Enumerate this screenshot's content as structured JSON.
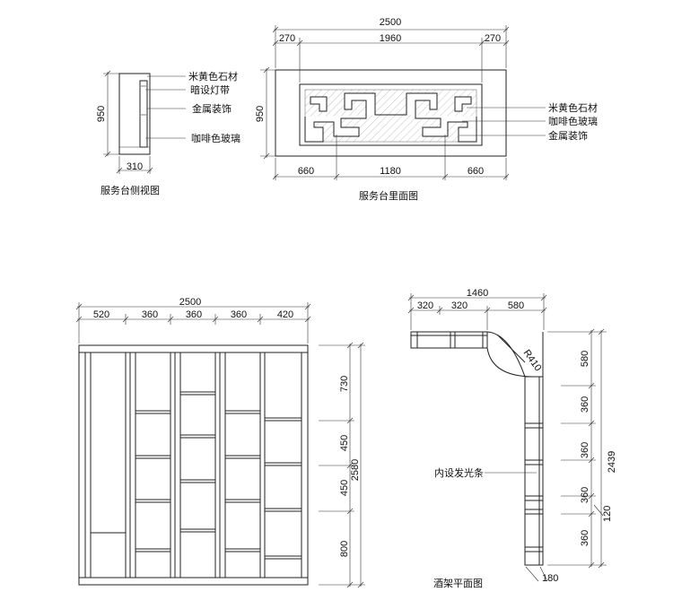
{
  "drawings": {
    "side_view": {
      "title": "服务台侧视图",
      "dims": {
        "height": "950",
        "depth": "310"
      },
      "labels": [
        "米黄色石材",
        "暗设灯带",
        "金属装饰",
        "咖啡色玻璃"
      ]
    },
    "front_view": {
      "title": "服务台里面图",
      "dims_top": {
        "total": "2500",
        "left": "270",
        "middle": "1960",
        "right": "270"
      },
      "dims_bottom": {
        "left": "660",
        "middle": "1180",
        "right": "660"
      },
      "dim_height": "950",
      "labels": [
        "米黄色石材",
        "咖啡色玻璃",
        "金属装饰"
      ]
    },
    "shelf_elevation": {
      "dims_top": {
        "total": "2500",
        "segments": [
          "520",
          "360",
          "360",
          "360",
          "420"
        ]
      },
      "dims_right": {
        "segments": [
          "730",
          "450",
          "450",
          "800"
        ],
        "total": "2580"
      }
    },
    "wine_rack_plan": {
      "title": "酒架平面图",
      "dims_top": {
        "total": "1460",
        "segments": [
          "320",
          "320",
          "580"
        ]
      },
      "radius": "R410",
      "dims_right": {
        "segments": [
          "580",
          "360",
          "360",
          "360",
          "360"
        ],
        "total": "2439",
        "gap": "120"
      },
      "dim_bottom": "180",
      "label": "内设发光条"
    }
  },
  "colors": {
    "line": "#222222",
    "hatch": "#999999",
    "background": "#ffffff"
  }
}
